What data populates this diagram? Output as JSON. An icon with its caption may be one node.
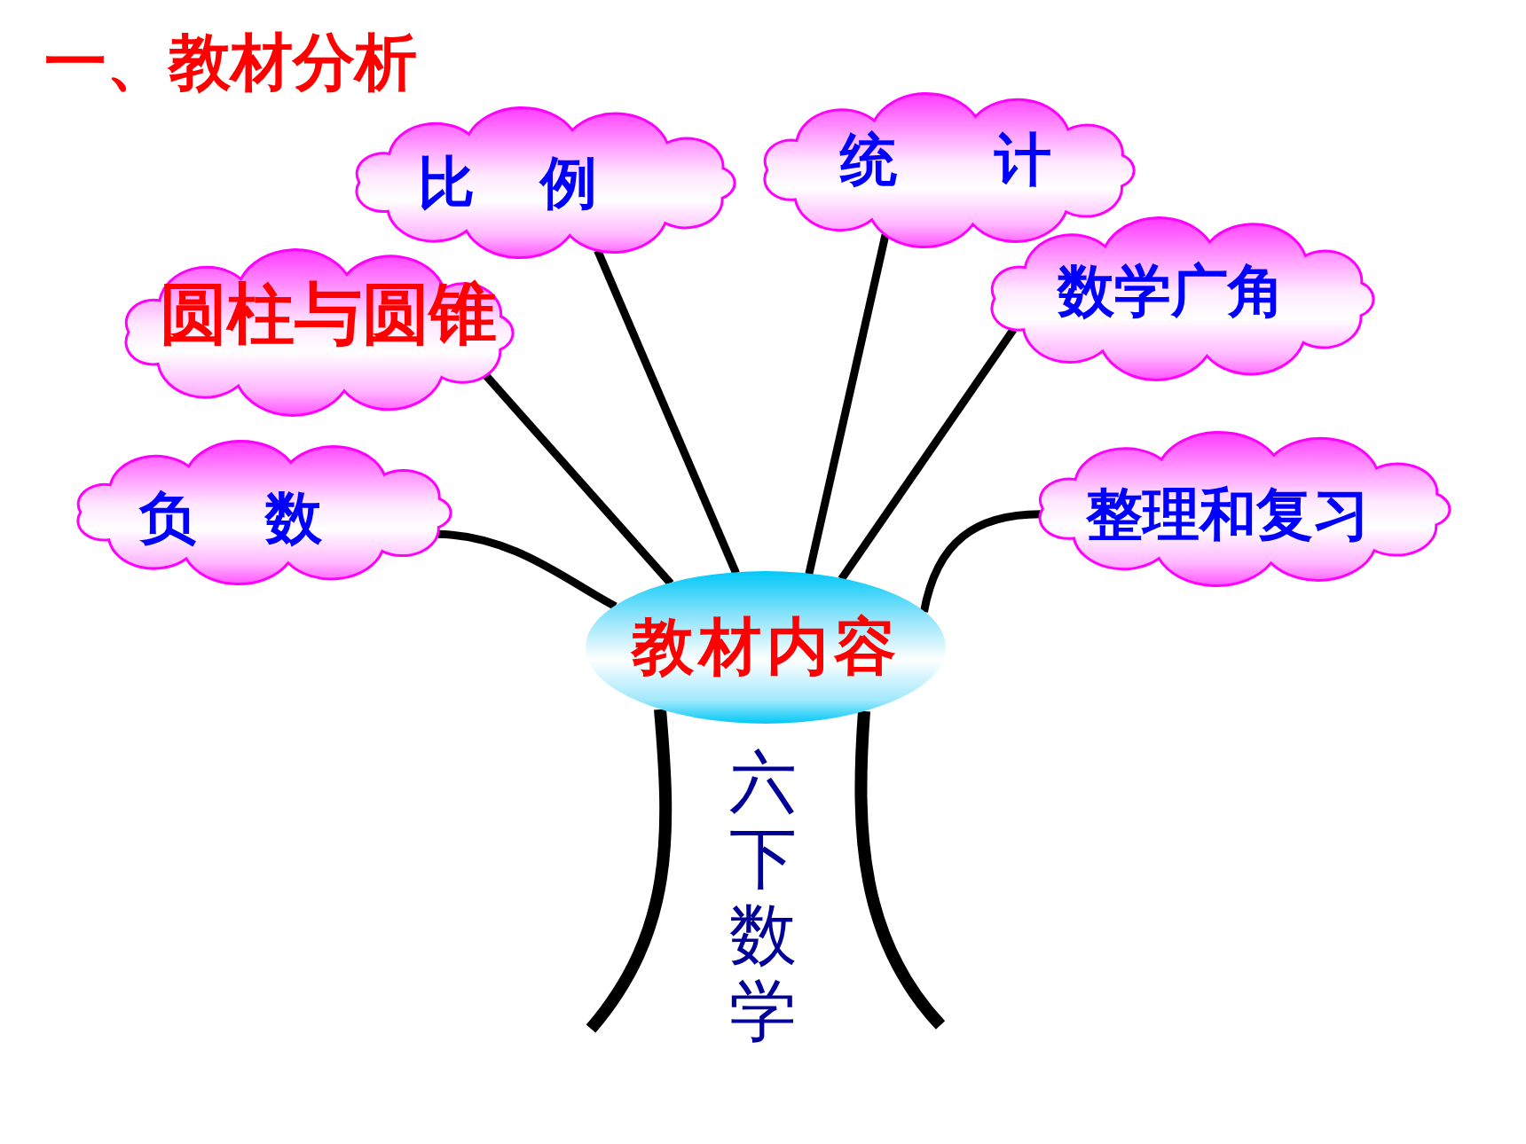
{
  "diagram": {
    "title": "一、教材分析",
    "nodes": [
      {
        "text": [
          "比 例"
        ]
      },
      {
        "text": [
          "统 计"
        ]
      },
      {
        "text": [
          "数学广角"
        ]
      },
      {
        "text": [
          "圆柱与圆锥"
        ]
      },
      {
        "text": [
          "负 数"
        ]
      },
      {
        "text": [
          "整理和复习"
        ]
      },
      {
        "text": [
          "教材内容"
        ]
      }
    ],
    "edges": [
      {
        "from": 6,
        "to": 0,
        "arrow": "none"
      },
      {
        "from": 6,
        "to": 1,
        "arrow": "none"
      },
      {
        "from": 6,
        "to": 2,
        "arrow": "none"
      },
      {
        "from": 6,
        "to": 3,
        "arrow": "none"
      },
      {
        "from": 6,
        "to": 4,
        "arrow": "none"
      },
      {
        "from": 6,
        "to": 5,
        "arrow": "none"
      }
    ],
    "labels": [
      "六下数学"
    ]
  }
}
